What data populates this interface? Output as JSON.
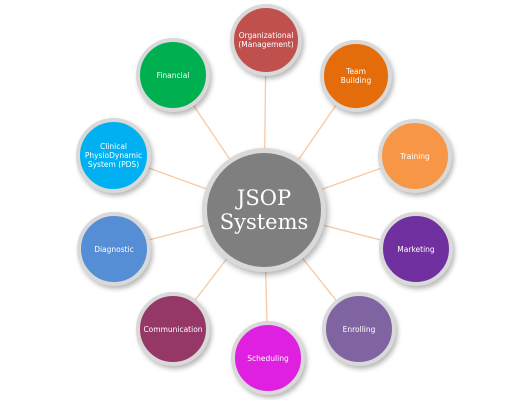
{
  "center": {
    "title": "JSOP\nSystems",
    "color": "#7f7f7f"
  },
  "nodes": [
    {
      "id": "org",
      "label": "Organizational\n(Management)",
      "color": "#c0504d"
    },
    {
      "id": "team",
      "label": "Team Building",
      "color": "#e46c0a"
    },
    {
      "id": "training",
      "label": "Training",
      "color": "#f79646"
    },
    {
      "id": "market",
      "label": "Marketing",
      "color": "#7030a0"
    },
    {
      "id": "enroll",
      "label": "Enrolling",
      "color": "#8064a2"
    },
    {
      "id": "sched",
      "label": "Scheduling",
      "color": "#e020e0"
    },
    {
      "id": "comm",
      "label": "Communication",
      "color": "#953767"
    },
    {
      "id": "diag",
      "label": "Diagnostic",
      "color": "#558ed5"
    },
    {
      "id": "pds",
      "label": "Clinical\nPhysioDynamic\nSystem (PDS)",
      "color": "#00b0f0"
    },
    {
      "id": "fin",
      "label": "Financial",
      "color": "#00b050"
    }
  ],
  "connector_color": "#f6c9a4"
}
